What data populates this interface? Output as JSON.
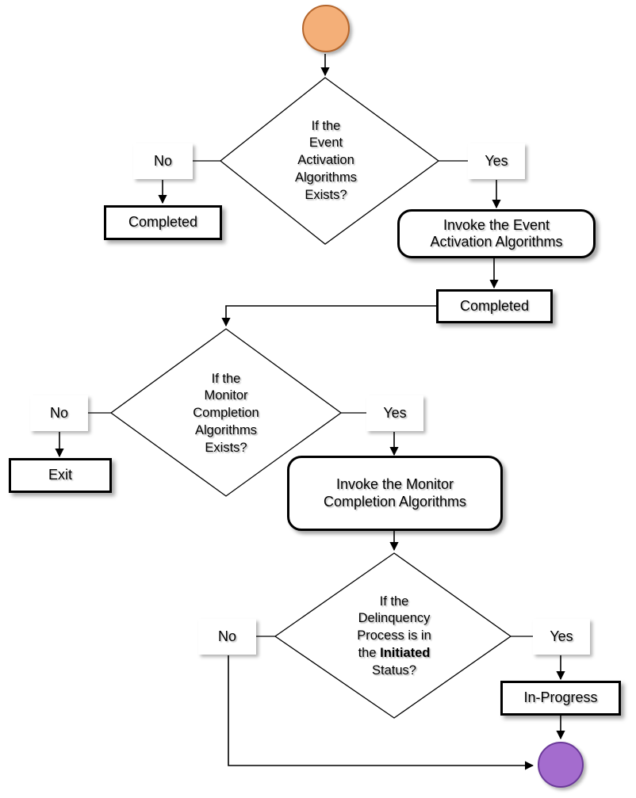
{
  "diagram": {
    "type": "flowchart",
    "title": "Event Activation and Monitor Completion Algorithm Flow",
    "background_color": "#ffffff",
    "colors": {
      "start_fill": "#F4AF78",
      "start_stroke": "#B5662C",
      "end_fill": "#A46CCE",
      "end_stroke": "#6B3A99",
      "line": "#000000",
      "box_fill": "#ffffff",
      "box_stroke": "#000000"
    }
  },
  "nodes": {
    "start": {
      "label": "",
      "shape": "circle",
      "role": "start-terminator"
    },
    "decision_event_activation": {
      "shape": "diamond",
      "lines": [
        "If the",
        "Event",
        "Activation",
        "Algorithms",
        "Exists?"
      ],
      "text": "If the Event Activation Algorithms Exists?"
    },
    "completed_1": {
      "shape": "rectangle",
      "label": "Completed"
    },
    "invoke_event_activation": {
      "shape": "rounded-rectangle",
      "lines": [
        "Invoke the Event",
        "Activation Algorithms"
      ],
      "text": "Invoke the Event Activation Algorithms"
    },
    "completed_2": {
      "shape": "rectangle",
      "label": "Completed"
    },
    "decision_monitor_completion": {
      "shape": "diamond",
      "lines": [
        "If the",
        "Monitor",
        "Completion",
        "Algorithms",
        "Exists?"
      ],
      "text": "If the Monitor Completion Algorithms Exists?"
    },
    "exit": {
      "shape": "rectangle",
      "label": "Exit"
    },
    "invoke_monitor_completion": {
      "shape": "rounded-rectangle",
      "lines": [
        "Invoke the Monitor",
        "Completion Algorithms"
      ],
      "text": "Invoke the Monitor Completion Algorithms"
    },
    "decision_delinquency_status": {
      "shape": "diamond",
      "lines": [
        "If the",
        "Delinquency",
        "Process is in",
        "the Initiated",
        "Status?"
      ],
      "text": "If the Delinquency Process is in the Initiated Status?",
      "bold_word": "Initiated",
      "line4_prefix": "the ",
      "line4_bold": "Initiated"
    },
    "in_progress": {
      "shape": "rectangle",
      "label": "In-Progress"
    },
    "end": {
      "label": "",
      "shape": "circle",
      "role": "end-terminator"
    }
  },
  "edge_labels": {
    "no_1": "No",
    "yes_1": "Yes",
    "no_2": "No",
    "yes_2": "Yes",
    "no_3": "No",
    "yes_3": "Yes"
  },
  "edges": [
    {
      "from": "start",
      "to": "decision_event_activation",
      "label": ""
    },
    {
      "from": "decision_event_activation",
      "to": "no_1",
      "label": "No"
    },
    {
      "from": "no_1",
      "to": "completed_1",
      "label": ""
    },
    {
      "from": "decision_event_activation",
      "to": "yes_1",
      "label": "Yes"
    },
    {
      "from": "yes_1",
      "to": "invoke_event_activation",
      "label": ""
    },
    {
      "from": "invoke_event_activation",
      "to": "completed_2",
      "label": ""
    },
    {
      "from": "completed_2",
      "to": "decision_monitor_completion",
      "label": ""
    },
    {
      "from": "decision_monitor_completion",
      "to": "no_2",
      "label": "No"
    },
    {
      "from": "no_2",
      "to": "exit",
      "label": ""
    },
    {
      "from": "decision_monitor_completion",
      "to": "yes_2",
      "label": "Yes"
    },
    {
      "from": "yes_2",
      "to": "invoke_monitor_completion",
      "label": ""
    },
    {
      "from": "invoke_monitor_completion",
      "to": "decision_delinquency_status",
      "label": ""
    },
    {
      "from": "decision_delinquency_status",
      "to": "no_3",
      "label": "No"
    },
    {
      "from": "no_3",
      "to": "end",
      "label": ""
    },
    {
      "from": "decision_delinquency_status",
      "to": "yes_3",
      "label": "Yes"
    },
    {
      "from": "yes_3",
      "to": "in_progress",
      "label": ""
    },
    {
      "from": "in_progress",
      "to": "end",
      "label": ""
    }
  ]
}
